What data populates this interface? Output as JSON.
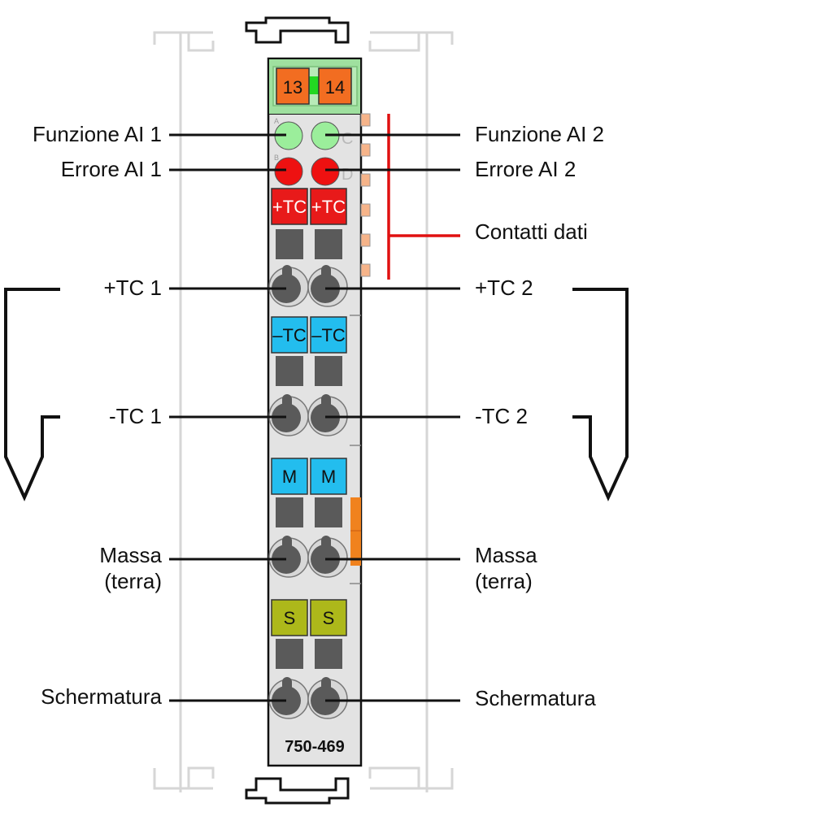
{
  "module": {
    "top_contacts": [
      "13",
      "14"
    ],
    "led_letters": [
      "A",
      "B",
      "C",
      "D"
    ],
    "slots_row1": [
      "+TC",
      "+TC"
    ],
    "slots_row2": [
      "–TC",
      "–TC"
    ],
    "slots_row3": [
      "M",
      "M"
    ],
    "slots_row4": [
      "S",
      "S"
    ],
    "model_number": "750-469"
  },
  "labels": {
    "funzione_ai_1": "Funzione AI 1",
    "funzione_ai_2": "Funzione AI 2",
    "errore_ai_1": "Errore AI 1",
    "errore_ai_2": "Errore AI 2",
    "contatti_dati": "Contatti dati",
    "plus_tc_1": "+TC 1",
    "plus_tc_2": "+TC 2",
    "minus_tc_1": "-TC 1",
    "minus_tc_2": "-TC 2",
    "massa_1": "Massa",
    "terra_1": "(terra)",
    "massa_2": "Massa",
    "terra_2": "(terra)",
    "schermatura_1": "Schermatura",
    "schermatura_2": "Schermatura"
  },
  "colors": {
    "module_body": "#e3e3e3",
    "top_header": "#9fe09f",
    "contact_orange": "#f26d21",
    "led_green": "#9bee9b",
    "led_red": "#ee1111",
    "slot_red": "#e81a1a",
    "slot_blue": "#23bdee",
    "slot_olive": "#adb81a",
    "slot_dark": "#5a5a5a",
    "data_contacts_line": "#e01010",
    "side_bar_orange": "#f0821e"
  }
}
